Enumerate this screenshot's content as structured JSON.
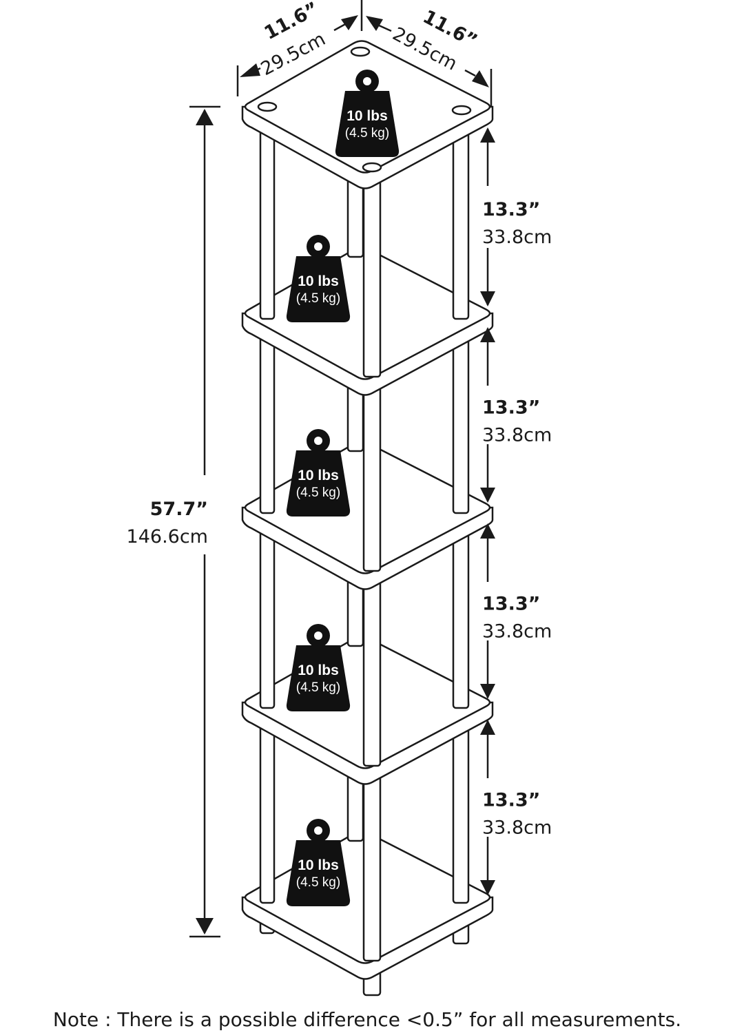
{
  "width_dimension": {
    "inches": "11.6”",
    "cm": "29.5cm"
  },
  "depth_dimension": {
    "inches": "11.6”",
    "cm": "29.5cm"
  },
  "total_height": {
    "inches": "57.7”",
    "cm": "146.6cm"
  },
  "tier_heights": [
    {
      "inches": "13.3”",
      "cm": "33.8cm"
    },
    {
      "inches": "13.3”",
      "cm": "33.8cm"
    },
    {
      "inches": "13.3”",
      "cm": "33.8cm"
    },
    {
      "inches": "13.3”",
      "cm": "33.8cm"
    }
  ],
  "shelf_weights": [
    {
      "lbs": "10 lbs",
      "kg": "(4.5 kg)"
    },
    {
      "lbs": "10 lbs",
      "kg": "(4.5 kg)"
    },
    {
      "lbs": "10 lbs",
      "kg": "(4.5 kg)"
    },
    {
      "lbs": "10 lbs",
      "kg": "(4.5 kg)"
    },
    {
      "lbs": "10 lbs",
      "kg": "(4.5 kg)"
    }
  ],
  "note": "Note : There is a possible difference <0.5” for all measurements.",
  "colors": {
    "line": "#1a1a1a",
    "weight": "#111111",
    "shelf": "#ffffff"
  }
}
